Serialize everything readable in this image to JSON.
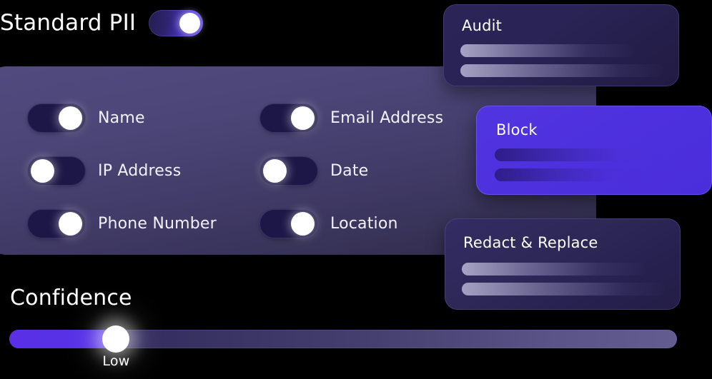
{
  "header": {
    "title": "Standard PII",
    "master_toggle": {
      "name": "standard-pii-toggle",
      "state": "on"
    }
  },
  "pii_panel": {
    "items": [
      {
        "label": "Name",
        "state": "on"
      },
      {
        "label": "Email Address",
        "state": "on"
      },
      {
        "label": "IP Address",
        "state": "off"
      },
      {
        "label": "Date",
        "state": "off"
      },
      {
        "label": "Phone Number",
        "state": "on"
      },
      {
        "label": "Location",
        "state": "on"
      }
    ]
  },
  "action_cards": [
    {
      "title": "Audit",
      "accent": false,
      "color": "#241e4a"
    },
    {
      "title": "Block",
      "accent": true,
      "color": "#4e31de"
    },
    {
      "title": "Redact & Replace",
      "accent": false,
      "color": "#2e2858"
    }
  ],
  "confidence": {
    "title": "Confidence",
    "value_label": "Low",
    "percent": 16,
    "fill_color": "#5731e6",
    "track_color": "#45406f"
  },
  "colors": {
    "accent": "#4e31de",
    "panel_top": "#514a7e",
    "panel_bottom": "#322d4f",
    "toggle_off_bg": "#1d1747",
    "knob": "#ffffff",
    "text": "#ffffff",
    "background": "#000000"
  }
}
